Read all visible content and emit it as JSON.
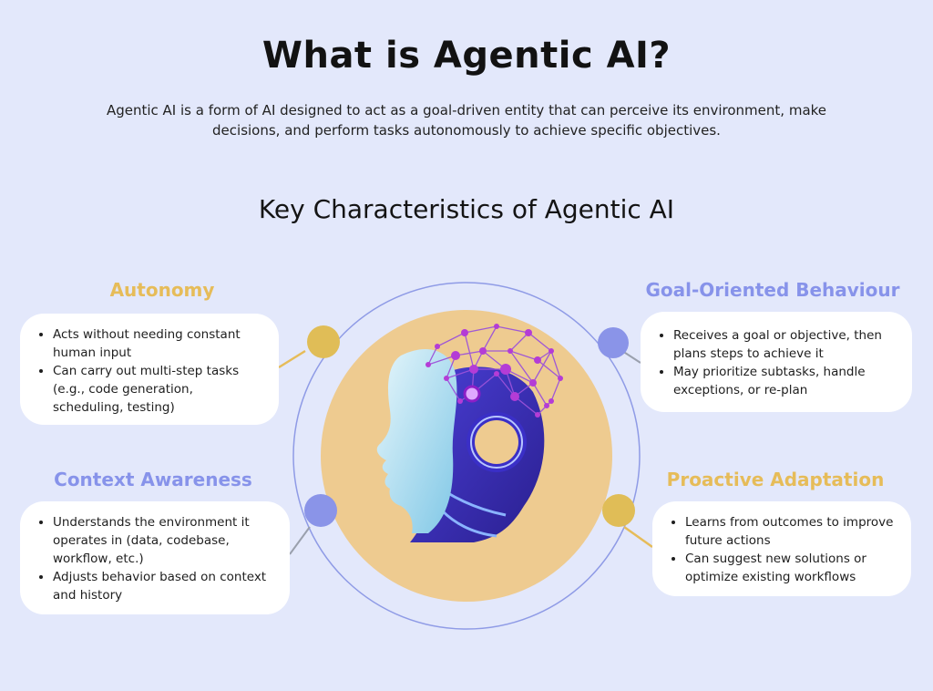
{
  "header": {
    "title": "What is Agentic AI?",
    "description": "Agentic AI is a form of AI designed to act as a goal-driven entity that can perceive its environment, make decisions, and perform tasks autonomously to achieve specific objectives."
  },
  "section_title": "Key Characteristics of Agentic AI",
  "colors": {
    "background": "#e3e8fb",
    "gold": "#e6bc59",
    "periwinkle": "#8793ea",
    "center_circle": "#eecb90",
    "card": "#ffffff"
  },
  "characteristics": [
    {
      "title": "Autonomy",
      "color": "#e6bc59",
      "points": [
        "Acts without needing constant human input",
        "Can carry out multi-step tasks (e.g., code generation, scheduling, testing)"
      ]
    },
    {
      "title": "Goal-Oriented Behaviour",
      "color": "#8793ea",
      "points": [
        "Receives a goal or objective, then plans steps to achieve it",
        "May prioritize subtasks, handle exceptions, or re-plan"
      ]
    },
    {
      "title": "Context Awareness",
      "color": "#8793ea",
      "points": [
        "Understands the environment it operates in (data, codebase, workflow, etc.)",
        "Adjusts behavior based on context and history"
      ]
    },
    {
      "title": "Proactive Adaptation",
      "color": "#e6bc59",
      "points": [
        "Learns from outcomes to improve future actions",
        "Can suggest new solutions or optimize existing workflows"
      ]
    }
  ],
  "illustration": "ai-head-neural-network-icon"
}
